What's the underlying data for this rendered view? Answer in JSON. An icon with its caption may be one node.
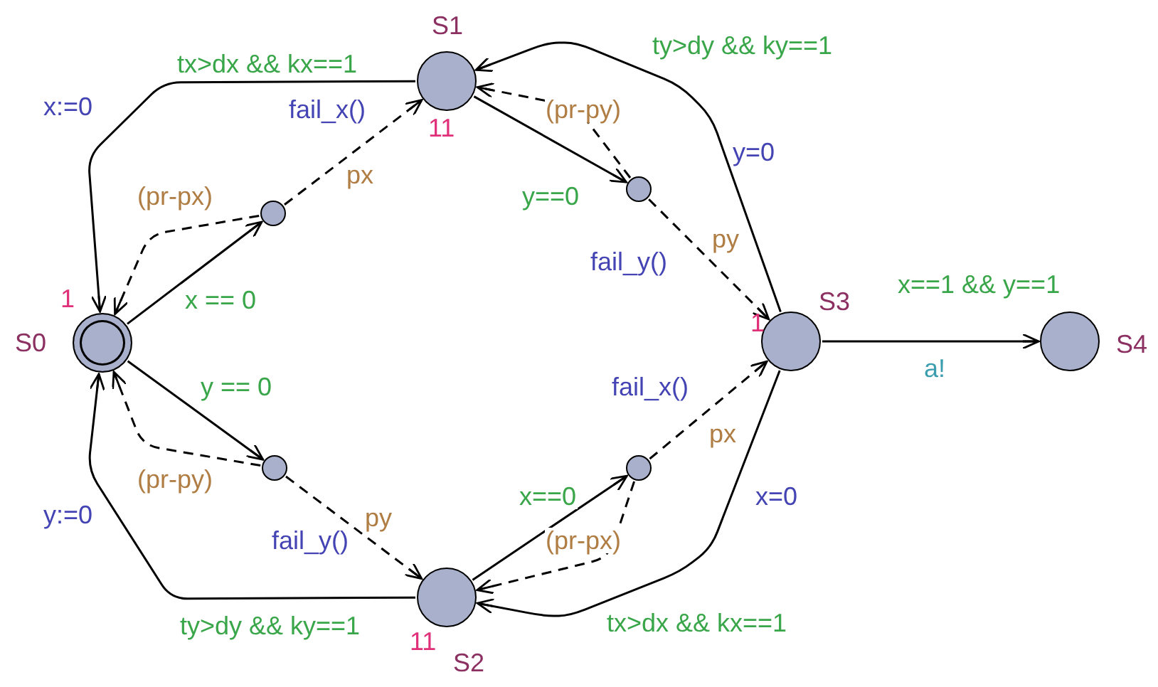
{
  "diagram": {
    "nodes": [
      {
        "text": [
          "S0"
        ],
        "beside": [
          "1"
        ]
      },
      {
        "text": [
          "S1"
        ],
        "beside": [
          "11"
        ]
      },
      {
        "text": [
          "S2"
        ],
        "beside": [
          "11"
        ]
      },
      {
        "text": [
          "S3"
        ],
        "beside": [
          "1"
        ]
      },
      {
        "text": [
          "S4"
        ]
      },
      {
        "text": [],
        "shape": "circle"
      },
      {
        "text": [],
        "shape": "circle"
      },
      {
        "text": [],
        "shape": "circle"
      },
      {
        "text": [],
        "shape": "circle"
      }
    ],
    "edges": [
      {
        "from": 1,
        "to": 0,
        "arrow": "to",
        "label": "tx>dx && kx==1"
      },
      {
        "from": 0,
        "to": 5,
        "arrow": "to",
        "label": "x == 0"
      },
      {
        "from": 5,
        "to": 0,
        "arrow": "to",
        "label": "(pr-px)",
        "style": "dashed"
      },
      {
        "from": 5,
        "to": 1,
        "arrow": "to",
        "label": "px",
        "style": "dashed"
      },
      {
        "from": 1,
        "to": 6,
        "arrow": "to",
        "label": "y==0"
      },
      {
        "from": 6,
        "to": 1,
        "arrow": "to",
        "label": "(pr-py)",
        "style": "dashed"
      },
      {
        "from": 6,
        "to": 3,
        "arrow": "to",
        "label": "py",
        "style": "dashed"
      },
      {
        "from": 3,
        "to": 1,
        "arrow": "to",
        "label": "ty>dy && ky==1"
      },
      {
        "from": 0,
        "to": 7,
        "arrow": "to",
        "label": "y == 0"
      },
      {
        "from": 7,
        "to": 0,
        "arrow": "to",
        "label": "(pr-py)",
        "style": "dashed"
      },
      {
        "from": 7,
        "to": 2,
        "arrow": "to",
        "label": "py",
        "style": "dashed"
      },
      {
        "from": 2,
        "to": 0,
        "arrow": "to",
        "label": "ty>dy && ky==1"
      },
      {
        "from": 2,
        "to": 8,
        "arrow": "to",
        "label": "x==0"
      },
      {
        "from": 8,
        "to": 2,
        "arrow": "to",
        "label": "(pr-px)",
        "style": "dashed"
      },
      {
        "from": 8,
        "to": 3,
        "arrow": "to",
        "label": "px",
        "style": "dashed"
      },
      {
        "from": 3,
        "to": 2,
        "arrow": "to",
        "label": "tx>dx && kx==1"
      },
      {
        "from": 3,
        "to": 4,
        "arrow": "to",
        "label": "x==1 && y==1"
      }
    ],
    "labels": [
      "x:=0",
      "fail_x()",
      "y=0",
      "fail_y()",
      "a!",
      "fail_x()",
      "x=0",
      "y:=0",
      "fail_y()"
    ]
  }
}
